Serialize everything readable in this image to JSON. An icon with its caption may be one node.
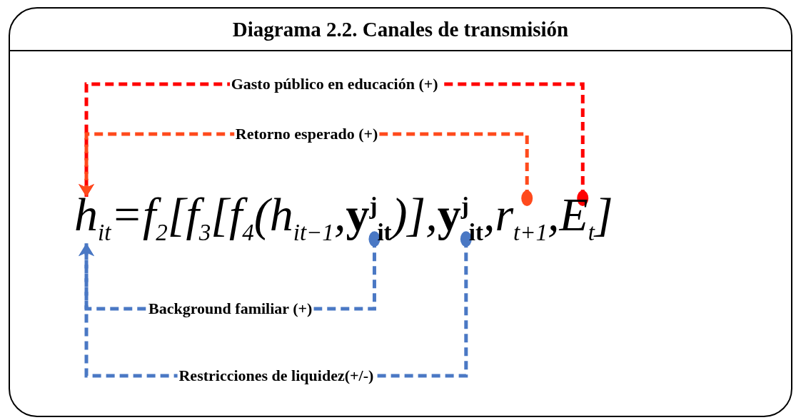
{
  "diagram": {
    "title": "Diagrama 2.2. Canales de transmisión",
    "nodes": [
      {
        "text": [
          "h$_{it}$"
        ]
      },
      {
        "text": [
          "y$^{j}$$_{it}$"
        ]
      },
      {
        "text": [
          "y$^{j}$$_{it}$"
        ]
      },
      {
        "text": [
          "r$_{t+1}$"
        ]
      },
      {
        "text": [
          "E$_{t}$"
        ]
      }
    ],
    "edges": [
      {
        "from": 4,
        "to": 0,
        "arrow": "to",
        "label": "Gasto público en educación (+)",
        "style": "dashed",
        "color": "#ff0000"
      },
      {
        "from": 3,
        "to": 0,
        "arrow": "to",
        "label": "Retorno esperado (+)",
        "style": "dashed",
        "color": "#ff4a1c"
      },
      {
        "from": 1,
        "to": 0,
        "arrow": "to",
        "label": "Background familiar (+)",
        "style": "dashed",
        "color": "#4a78c4"
      },
      {
        "from": 2,
        "to": 0,
        "arrow": "to",
        "label": "Restricciones de liquidez(+/-)",
        "style": "dashed",
        "color": "#4a78c4"
      }
    ],
    "labels": [
      "=f$_{2}$[f$_{3}$[f$_{4}$(h$_{it−1}$,",
      ")],",
      ",",
      ",",
      "]"
    ]
  }
}
